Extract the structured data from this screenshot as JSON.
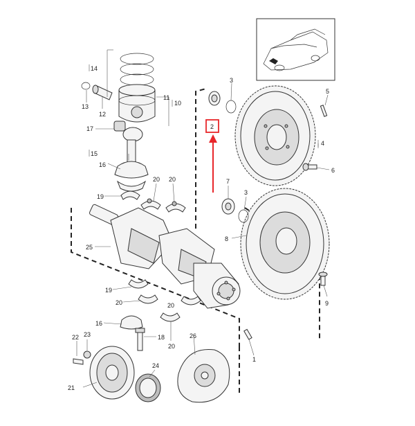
{
  "callouts": {
    "c1": "1",
    "c2": "2",
    "c3a": "3",
    "c3b": "3",
    "c4": "4",
    "c5": "5",
    "c6": "6",
    "c7": "7",
    "c8": "8",
    "c9": "9",
    "c10": "10",
    "c11": "11",
    "c12": "12",
    "c13": "13",
    "c14": "14",
    "c15": "15",
    "c16a": "16",
    "c16b": "16",
    "c17": "17",
    "c18": "18",
    "c19a": "19",
    "c19b": "19",
    "c20a": "20",
    "c20b": "20",
    "c20c": "20",
    "c20d": "20",
    "c20e": "20",
    "c21": "21",
    "c22": "22",
    "c23": "23",
    "c24": "24",
    "c25": "25",
    "c26": "26"
  },
  "colors": {
    "highlight": "#e8262a",
    "line": "#333333"
  },
  "icons": [
    "car-thumbnail-icon",
    "highlight-arrow-icon"
  ]
}
